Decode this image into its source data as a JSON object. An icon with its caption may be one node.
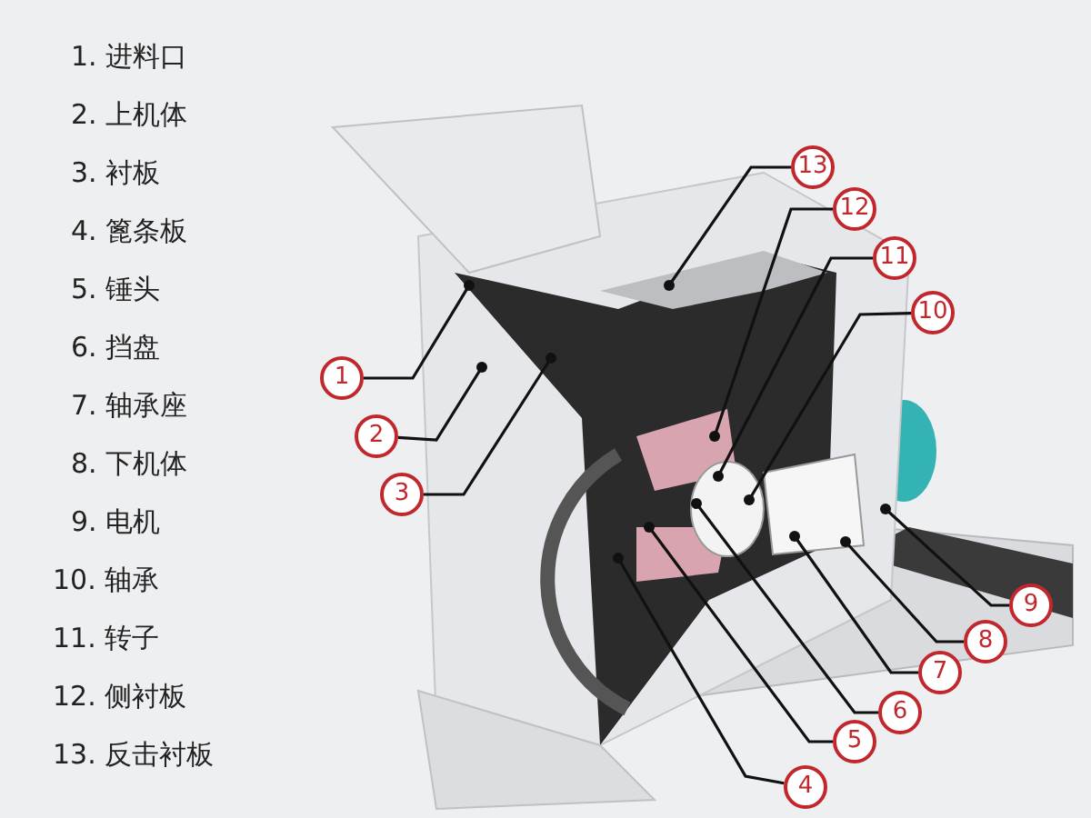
{
  "diagram": {
    "nodes": [
      {
        "text": [
          "1"
        ]
      },
      {
        "text": [
          "2"
        ]
      },
      {
        "text": [
          "3"
        ]
      },
      {
        "text": [
          "4"
        ]
      },
      {
        "text": [
          "5"
        ]
      },
      {
        "text": [
          "6"
        ]
      },
      {
        "text": [
          "7"
        ]
      },
      {
        "text": [
          "8"
        ]
      },
      {
        "text": [
          "9"
        ]
      },
      {
        "text": [
          "10"
        ]
      },
      {
        "text": [
          "11"
        ]
      },
      {
        "text": [
          "12"
        ]
      },
      {
        "text": [
          "13"
        ]
      }
    ],
    "edges": [
      {
        "from": 0,
        "to": null,
        "arrow": "other"
      },
      {
        "from": 1,
        "to": null,
        "arrow": "other"
      },
      {
        "from": 2,
        "to": null,
        "arrow": "other"
      },
      {
        "from": 3,
        "to": null,
        "arrow": "other"
      },
      {
        "from": 4,
        "to": null,
        "arrow": "other"
      },
      {
        "from": 5,
        "to": null,
        "arrow": "other"
      },
      {
        "from": 6,
        "to": null,
        "arrow": "other"
      },
      {
        "from": 7,
        "to": null,
        "arrow": "other"
      },
      {
        "from": 8,
        "to": null,
        "arrow": "other"
      },
      {
        "from": 9,
        "to": null,
        "arrow": "other"
      },
      {
        "from": 10,
        "to": null,
        "arrow": "other"
      },
      {
        "from": 11,
        "to": null,
        "arrow": "other"
      },
      {
        "from": 12,
        "to": null,
        "arrow": "other"
      }
    ],
    "labels": [
      "1. 进料口",
      "2. 上机体",
      "3. 衬板",
      "4. 篦条板",
      "5. 锤头",
      "6. 挡盘",
      "7. 轴承座",
      "8. 下机体",
      "9. 电机",
      "10. 轴承",
      "11. 转子",
      "12. 侧衬板",
      "13. 反击衬板"
    ]
  }
}
